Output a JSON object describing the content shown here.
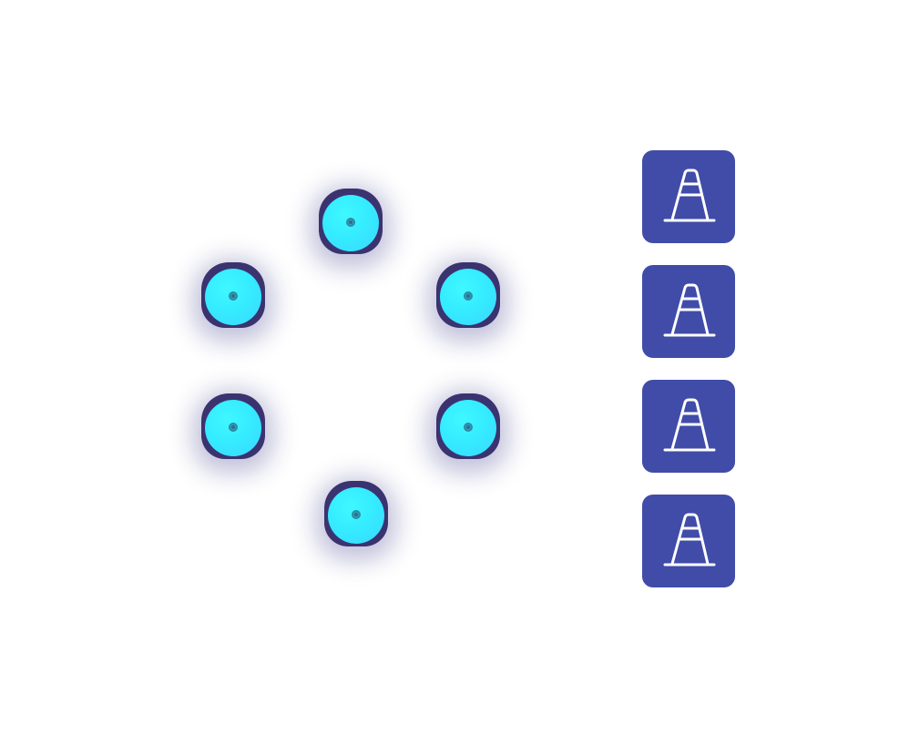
{
  "game": {
    "targets": [
      {
        "id": "target-1"
      },
      {
        "id": "target-2"
      },
      {
        "id": "target-3"
      },
      {
        "id": "target-4"
      },
      {
        "id": "target-5"
      },
      {
        "id": "target-6"
      }
    ],
    "palette": {
      "icons": [
        "cone-icon",
        "cone-icon",
        "cone-icon",
        "cone-icon"
      ]
    }
  },
  "colors": {
    "background": "#ffffff",
    "target_base": "#3b3370",
    "target_face": "#35ecff",
    "target_center": "#2b6f86",
    "palette_tile": "#404ca8",
    "cone_stroke": "#ffffff"
  }
}
